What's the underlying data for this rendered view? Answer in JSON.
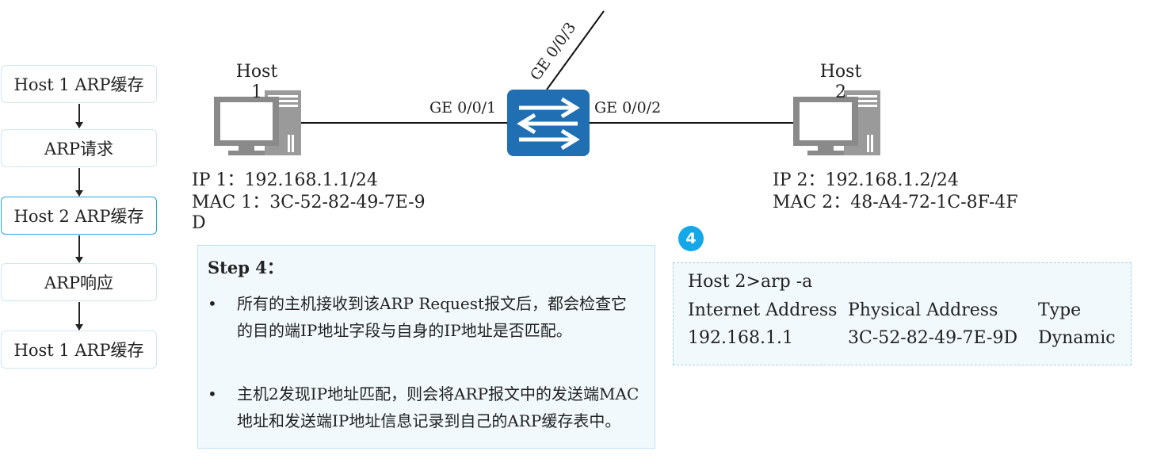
{
  "flow": {
    "steps": [
      "Host 1 ARP缓存",
      "ARP请求",
      "Host 2 ARP缓存",
      "ARP响应",
      "Host 1 ARP缓存"
    ],
    "active_index": 2
  },
  "topology": {
    "host1": {
      "label": "Host 1",
      "ip": "IP 1：192.168.1.1/24",
      "mac": "MAC 1：3C-52-82-49-7E-9D"
    },
    "host2": {
      "label": "Host 2",
      "ip": "IP 2：192.168.1.2/24",
      "mac": "MAC 2：48-A4-72-1C-8F-4F"
    },
    "ports": {
      "left": "GE 0/0/1",
      "right": "GE 0/0/2",
      "up": "GE 0/0/3"
    }
  },
  "step": {
    "title": "Step 4：",
    "bullets": [
      "所有的主机接收到该ARP Request报文后，都会检查它的目的端IP地址字段与自身的IP地址是否匹配。",
      "主机2发现IP地址匹配，则会将ARP报文中的发送端MAC地址和发送端IP地址信息记录到自己的ARP缓存表中。"
    ]
  },
  "badge": "4",
  "terminal": {
    "command": "Host 2>arp -a",
    "headers": [
      "Internet Address",
      "Physical Address",
      "Type"
    ],
    "row": [
      "192.168.1.1",
      "3C-52-82-49-7E-9D",
      "Dynamic"
    ]
  },
  "colors": {
    "switch": "#1f6fb2",
    "accent": "#14a8e8",
    "panel_bg": "#f1f9fc",
    "box_border": "#cfe7f0",
    "active_border": "#2aa3dc",
    "computer": "#888888"
  }
}
